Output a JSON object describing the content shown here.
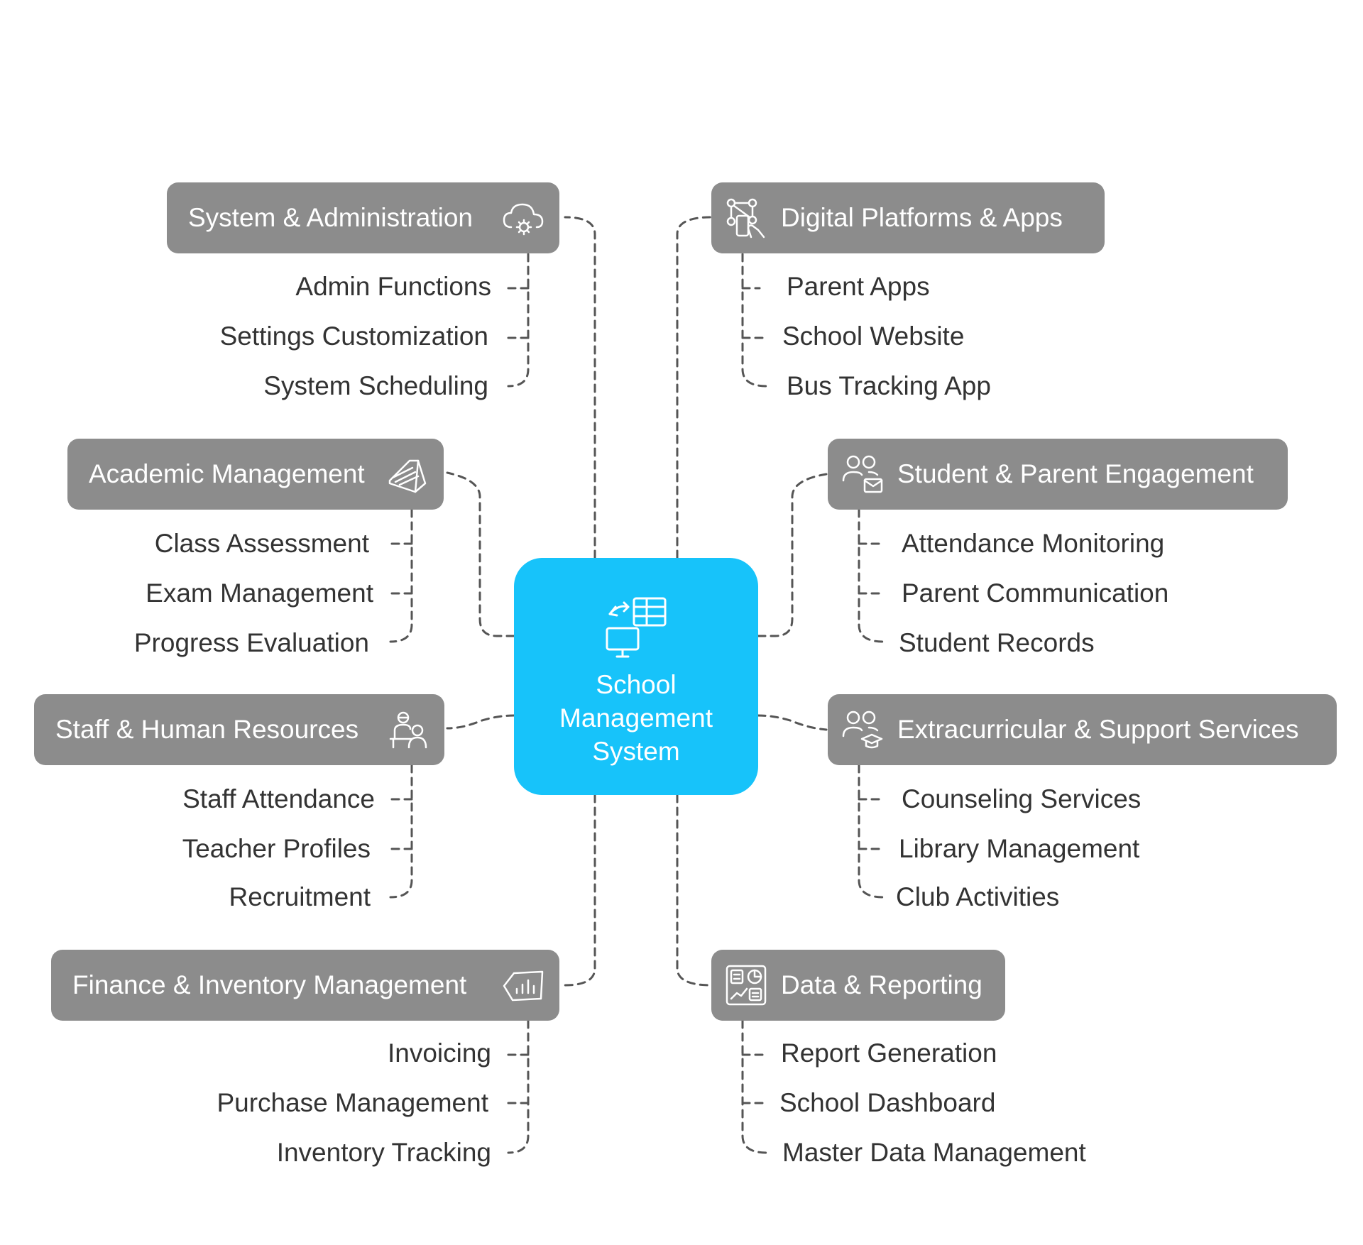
{
  "center": {
    "title": "School\nManagement\nSystem",
    "icon": "data-exchange-icon",
    "color": "#17c3fa"
  },
  "colors": {
    "box": "#8c8c8c",
    "line": "#555555",
    "leaf_text": "#333333"
  },
  "branches": [
    {
      "id": "system-administration",
      "title": "System & Administration",
      "icon": "cloud-gear-icon",
      "items": [
        "Admin Functions",
        "Settings Customization",
        "System Scheduling"
      ]
    },
    {
      "id": "academic-management",
      "title": "Academic Management",
      "icon": "books-icon",
      "items": [
        "Class Assessment",
        "Exam Management",
        "Progress Evaluation"
      ]
    },
    {
      "id": "staff-human-resources",
      "title": "Staff & Human Resources",
      "icon": "staff-meeting-icon",
      "items": [
        "Staff Attendance",
        "Teacher Profiles",
        "Recruitment"
      ]
    },
    {
      "id": "finance-inventory",
      "title": "Finance & Inventory Management",
      "icon": "chart-box-icon",
      "items": [
        "Invoicing",
        "Purchase Management",
        "Inventory Tracking"
      ]
    },
    {
      "id": "digital-platforms",
      "title": "Digital Platforms & Apps",
      "icon": "network-hand-icon",
      "items": [
        "Parent Apps",
        "School Website",
        "Bus Tracking App"
      ]
    },
    {
      "id": "student-parent-engagement",
      "title": "Student & Parent Engagement",
      "icon": "users-mail-icon",
      "items": [
        "Attendance Monitoring",
        "Parent Communication",
        "Student Records"
      ]
    },
    {
      "id": "extracurricular-support",
      "title": "Extracurricular & Support Services",
      "icon": "users-graduation-icon",
      "items": [
        "Counseling Services",
        "Library Management",
        "Club Activities"
      ]
    },
    {
      "id": "data-reporting",
      "title": "Data & Reporting",
      "icon": "dashboard-icon",
      "items": [
        "Report Generation",
        "School Dashboard",
        "Master Data Management"
      ]
    }
  ]
}
